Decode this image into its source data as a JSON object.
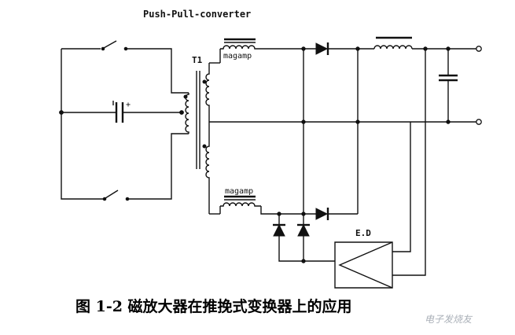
{
  "diagram": {
    "title": "Push-Pull-converter",
    "transformer_label": "T1",
    "magamp_top": "magamp",
    "magamp_bottom": "magamp",
    "ed_label": "E.D",
    "capacitor_polarity": "+"
  },
  "caption": "图 1-2 磁放大器在推挽式变换器上的应用",
  "watermark": "电子发烧友"
}
